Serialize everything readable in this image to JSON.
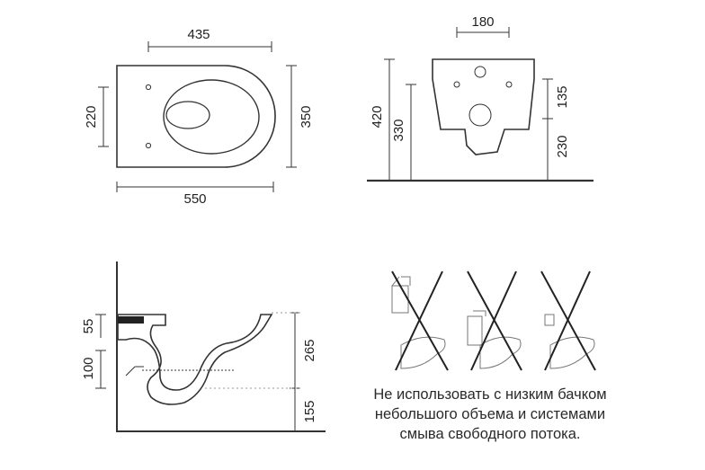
{
  "top_view": {
    "dim_top": "435",
    "dim_left": "220",
    "dim_right": "350",
    "dim_bottom": "550"
  },
  "front_view": {
    "dim_top": "180",
    "dim_left_outer": "420",
    "dim_left_inner": "330",
    "dim_right_upper": "135",
    "dim_right_lower": "230"
  },
  "side_view": {
    "dim_left_upper": "55",
    "dim_left_lower": "100",
    "dim_right_upper": "265",
    "dim_right_lower": "155"
  },
  "warning": {
    "line1": "Не использовать с низким бачком",
    "line2": "небольшого объема и системами",
    "line3": "смыва свободного потока."
  }
}
